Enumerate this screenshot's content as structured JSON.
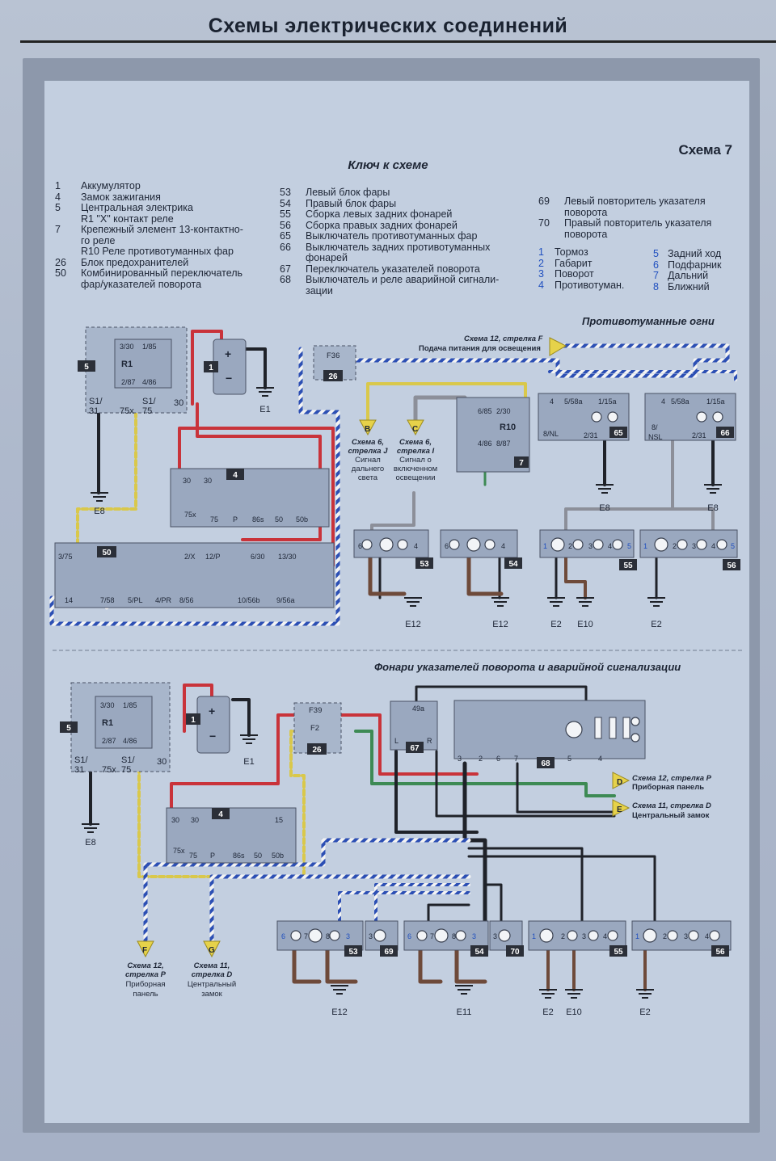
{
  "header": {
    "title": "Схемы электрических соединений"
  },
  "schema_number": "Схема 7",
  "key_title": "Ключ к схеме",
  "legend": {
    "col1": [
      {
        "n": "1",
        "t": "Аккумулятор"
      },
      {
        "n": "4",
        "t": "Замок зажигания"
      },
      {
        "n": "5",
        "t": "Центральная электрика"
      },
      {
        "n": "",
        "t": "R1  \"X\" контакт реле"
      },
      {
        "n": "7",
        "t": "Крепежный элемент 13-контактно-"
      },
      {
        "n": "",
        "t": "го реле"
      },
      {
        "n": "",
        "t": "R10 Реле противотуманных фар"
      },
      {
        "n": "26",
        "t": "Блок предохранителей"
      },
      {
        "n": "50",
        "t": "Комбинированный переключатель"
      },
      {
        "n": "",
        "t": "фар/указателей поворота"
      }
    ],
    "col2": [
      {
        "n": "53",
        "t": "Левый блок фары"
      },
      {
        "n": "54",
        "t": "Правый блок фары"
      },
      {
        "n": "55",
        "t": "Сборка левых задних фонарей"
      },
      {
        "n": "56",
        "t": "Сборка правых задних фонарей"
      },
      {
        "n": "65",
        "t": "Выключатель противотуманных фар"
      },
      {
        "n": "66",
        "t": "Выключатель задних противотуманных"
      },
      {
        "n": "",
        "t": "фонарей"
      },
      {
        "n": "67",
        "t": "Переключатель указателей поворота"
      },
      {
        "n": "68",
        "t": "Выключатель и реле аварийной сигнали-"
      },
      {
        "n": "",
        "t": "зации"
      }
    ],
    "col3": [
      {
        "n": "69",
        "t": "Левый повторитель указателя"
      },
      {
        "n": "",
        "t": "поворота"
      },
      {
        "n": "70",
        "t": "Правый повторитель указателя"
      },
      {
        "n": "",
        "t": "поворота"
      }
    ],
    "colors_a": [
      {
        "n": "1",
        "t": "Тормоз"
      },
      {
        "n": "2",
        "t": "Габарит"
      },
      {
        "n": "3",
        "t": "Поворот"
      },
      {
        "n": "4",
        "t": "Противотуман."
      }
    ],
    "colors_b": [
      {
        "n": "5",
        "t": "Задний ход"
      },
      {
        "n": "6",
        "t": "Подфарник"
      },
      {
        "n": "7",
        "t": "Дальний"
      },
      {
        "n": "8",
        "t": "Ближний"
      }
    ]
  },
  "section1": {
    "title": "Противотуманные огни",
    "arrow_f": {
      "l1": "Схема 12, стрелка F",
      "l2": "Подача питания для освещения"
    },
    "arrow_b": {
      "letter": "B",
      "l1": "Схема 6,",
      "l2": "стрелка J",
      "l3": "Сигнал",
      "l4": "дальнего",
      "l5": "света"
    },
    "arrow_c": {
      "letter": "C",
      "l1": "Схема 6,",
      "l2": "стрелка I",
      "l3": "Сигнал о",
      "l4": "включенном",
      "l5": "освещении"
    },
    "grounds": [
      "E8",
      "E1",
      "E8",
      "E8",
      "E12",
      "E12",
      "E2",
      "E10",
      "E2"
    ],
    "fuse": "F36"
  },
  "section2": {
    "title": "Фонари указателей поворота и аварийной сигнализации",
    "arrow_d": {
      "letter": "D",
      "l1": "Схема 12, стрелка P",
      "l2": "Приборная панель"
    },
    "arrow_e": {
      "letter": "E",
      "l1": "Схема 11, стрелка D",
      "l2": "Центральный замок"
    },
    "arrow_f": {
      "letter": "F",
      "l1": "Схема 12,",
      "l2": "стрелка P",
      "l3": "Приборная",
      "l4": "панель"
    },
    "arrow_g": {
      "letter": "G",
      "l1": "Схема 11,",
      "l2": "стрелка D",
      "l3": "Центральный",
      "l4": "замок"
    },
    "grounds": [
      "E8",
      "E1",
      "E12",
      "E11",
      "E2",
      "E10",
      "E2"
    ],
    "fuses": [
      "F39",
      "F2"
    ]
  },
  "colors": {
    "red": "#c9333a",
    "blue": "#2c4fb4",
    "black": "#1f2229",
    "yellow": "#d9c84b",
    "brown": "#6e4a3a",
    "gray": "#8c8f99",
    "green": "#3d8a54",
    "white": "#f3f3f3"
  }
}
